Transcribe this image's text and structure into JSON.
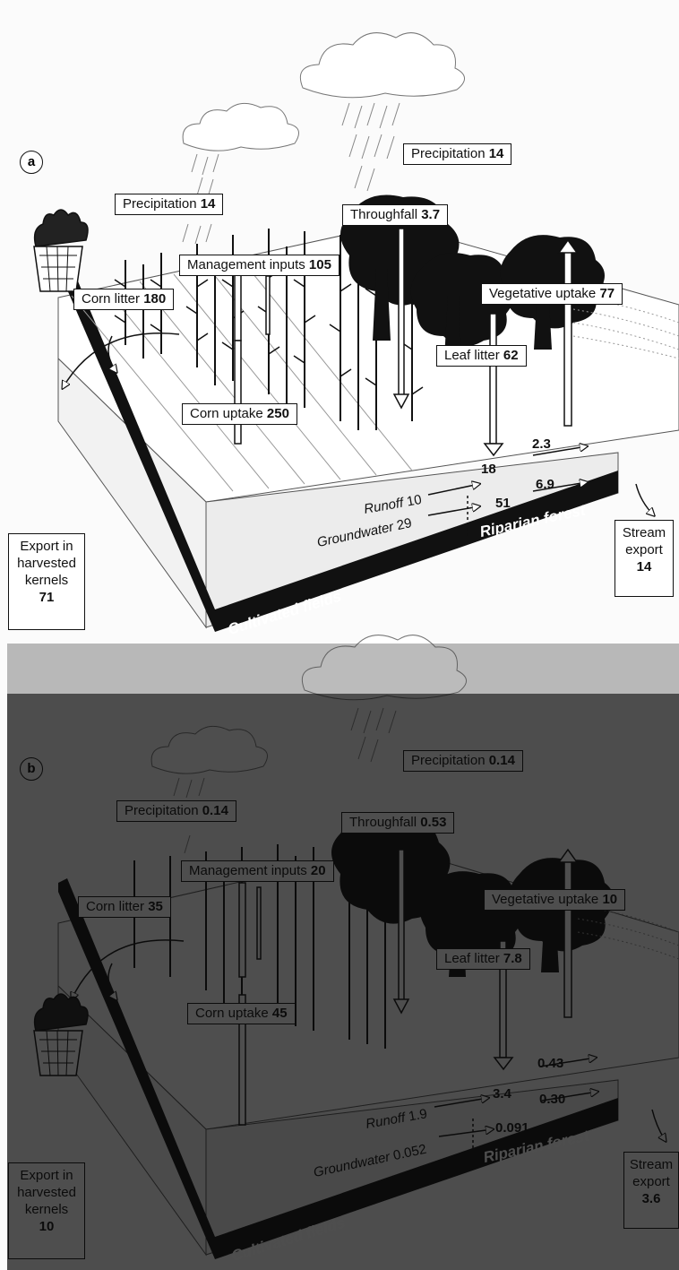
{
  "panel_a": {
    "tag": "a",
    "precip_left": {
      "label": "Precipitation",
      "value": "14"
    },
    "precip_right": {
      "label": "Precipitation",
      "value": "14"
    },
    "throughfall": {
      "label": "Throughfall",
      "value": "3.7"
    },
    "management": {
      "label": "Management inputs",
      "value": "105"
    },
    "corn_litter": {
      "label": "Corn litter",
      "value": "180"
    },
    "veg_uptake": {
      "label": "Vegetative uptake",
      "value": "77"
    },
    "leaf_litter": {
      "label": "Leaf litter",
      "value": "62"
    },
    "corn_uptake": {
      "label": "Corn uptake",
      "value": "250"
    },
    "runoff": {
      "label": "Runoff",
      "value": "10"
    },
    "groundwater": {
      "label": "Groundwater",
      "value": "29"
    },
    "flow_18": "18",
    "flow_23": "2.3",
    "flow_51": "51",
    "flow_69": "6.9",
    "riparian": "Riparian forest",
    "cultivated": "Cultivated fields",
    "export_kernels": {
      "l1": "Export in",
      "l2": "harvested",
      "l3": "kernels",
      "value": "71"
    },
    "stream_export": {
      "l1": "Stream",
      "l2": "export",
      "value": "14"
    }
  },
  "panel_b": {
    "tag": "b",
    "precip_left": {
      "label": "Precipitation",
      "value": "0.14"
    },
    "precip_right": {
      "label": "Precipitation",
      "value": "0.14"
    },
    "throughfall": {
      "label": "Throughfall",
      "value": "0.53"
    },
    "management": {
      "label": "Management inputs",
      "value": "20"
    },
    "corn_litter": {
      "label": "Corn litter",
      "value": "35"
    },
    "veg_uptake": {
      "label": "Vegetative uptake",
      "value": "10"
    },
    "leaf_litter": {
      "label": "Leaf litter",
      "value": "7.8"
    },
    "corn_uptake": {
      "label": "Corn uptake",
      "value": "45"
    },
    "runoff": {
      "label": "Runoff",
      "value": "1.9"
    },
    "groundwater": {
      "label": "Groundwater",
      "value": "0.052"
    },
    "flow_34": "3.4",
    "flow_043": "0.43",
    "flow_0091": "0.091",
    "flow_030": "0.30",
    "riparian": "Riparian forest",
    "cultivated": "Cultivated fields",
    "export_kernels": {
      "l1": "Export in",
      "l2": "harvested",
      "l3": "kernels",
      "value": "10"
    },
    "stream_export": {
      "l1": "Stream",
      "l2": "export",
      "value": "3.6"
    }
  }
}
